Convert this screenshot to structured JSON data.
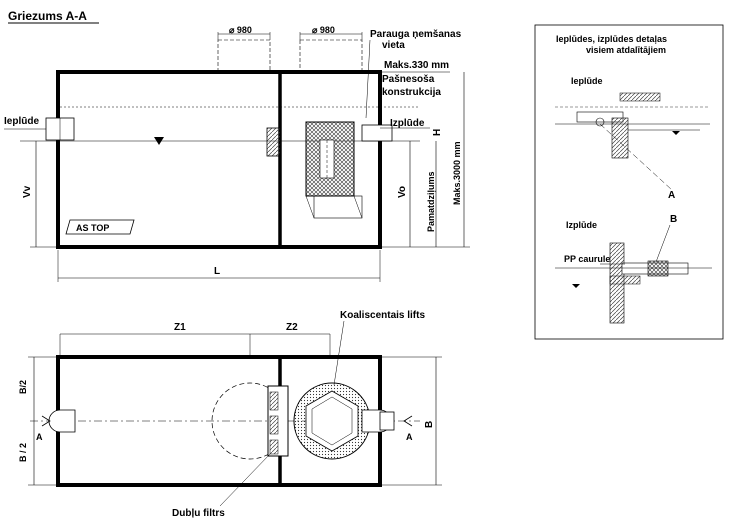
{
  "section_title": "Griezums A-A",
  "pipe_diameter_left": "⌀ 980",
  "pipe_diameter_right": "⌀ 980",
  "sampling_place": [
    "Parauga ņemšanas",
    "vieta"
  ],
  "max_330": "Maks.330 mm",
  "self_supporting": [
    "Pašnesoša",
    "konstrukcija"
  ],
  "inlet": "Ieplūde",
  "outlet": "Izplūde",
  "label_H": "H",
  "label_Vv": "Vv",
  "label_Vo": "Vo",
  "foundation_depth": "Pamatdziļums",
  "max_3000": "Maks.3000 mm",
  "brand": "AS TOP",
  "label_L": "L",
  "label_Z1": "Z1",
  "label_Z2": "Z2",
  "coalescent_lift": "Koaliscentais lifts",
  "double_filter": "Dubļu filtrs",
  "label_B_half_top": "B/2",
  "label_B_half_bottom": "B / 2",
  "label_B": "B",
  "label_A_left": "A",
  "label_A_right": "A",
  "detail": {
    "title": [
      "Ieplūdes, izplūdes detaļas",
      "visiem atdalītājiem"
    ],
    "inlet_heading": "Ieplūde",
    "outlet_heading": "Izplūde",
    "label_A": "A",
    "label_B": "B",
    "pp_pipe": "PP caurule"
  },
  "colors": {
    "line": "#000000",
    "hatch": "#555555",
    "paper": "#ffffff"
  }
}
